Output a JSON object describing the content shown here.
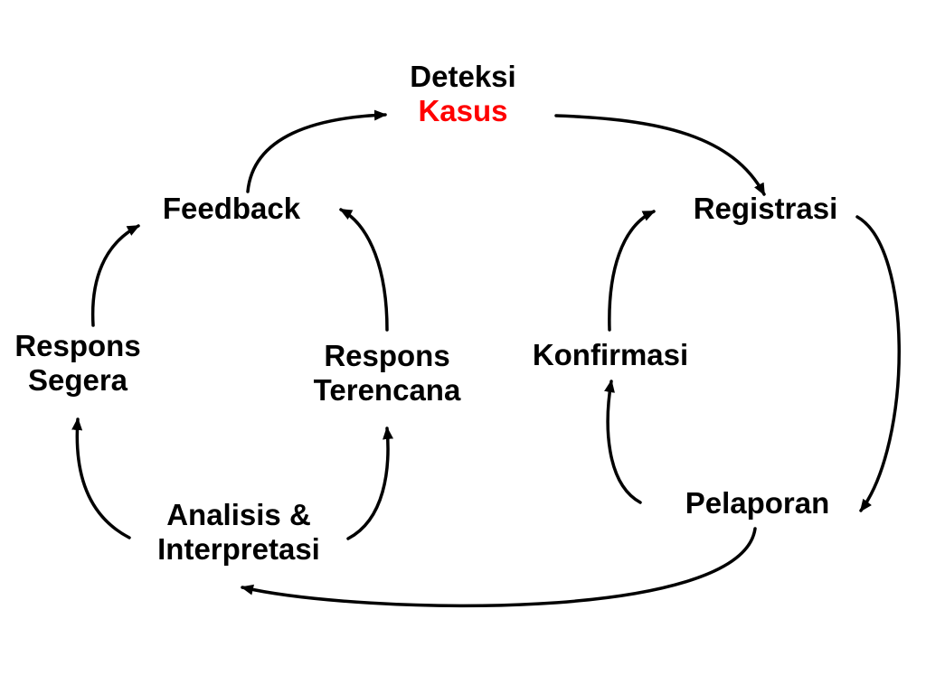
{
  "colors": {
    "text": "#000000",
    "accent": "#ff0000",
    "arrow": "#000000",
    "background": "#ffffff"
  },
  "nodes": {
    "deteksi_kasus": {
      "line1": "Deteksi",
      "line2": "Kasus"
    },
    "registrasi": {
      "label": "Registrasi"
    },
    "pelaporan": {
      "label": "Pelaporan"
    },
    "konfirmasi": {
      "label": "Konfirmasi"
    },
    "analisis": {
      "line1": "Analisis &",
      "line2": "Interpretasi"
    },
    "respons_segera": {
      "line1": "Respons",
      "line2": "Segera"
    },
    "respons_terencana": {
      "line1": "Respons",
      "line2": "Terencana"
    },
    "feedback": {
      "label": "Feedback"
    }
  }
}
